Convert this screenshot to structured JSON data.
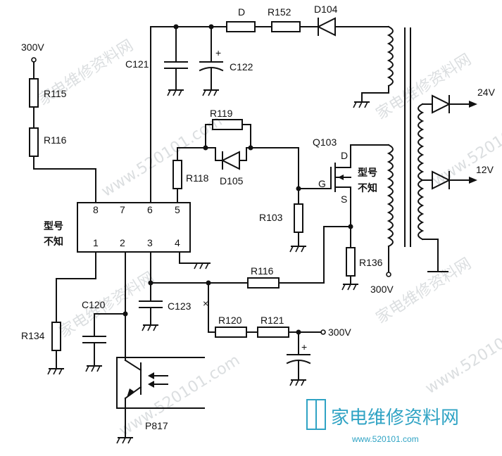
{
  "labels": {
    "v300_top": "300V",
    "r115": "R115",
    "r116": "R116",
    "ic_type_line1": "型号",
    "ic_type_line2": "不知",
    "pin8": "8",
    "pin7": "7",
    "pin6": "6",
    "pin5": "5",
    "pin1": "1",
    "pin2": "2",
    "pin3": "3",
    "pin4": "4",
    "c121": "C121",
    "c122": "C122",
    "d_top": "D",
    "r152": "R152",
    "d104": "D104",
    "r119": "R119",
    "r118": "R118",
    "d105": "D105",
    "r103": "R103",
    "q103": "Q103",
    "q_d": "D",
    "q_g": "G",
    "q_s": "S",
    "q_type_line1": "型号",
    "q_type_line2": "不知",
    "r136": "R136",
    "v300_r136": "300V",
    "out24": "24V",
    "out12": "12V",
    "r116b": "R116",
    "c120": "C120",
    "c123": "C123",
    "r134": "R134",
    "r120": "R120",
    "r121": "R121",
    "v300_mid": "300V",
    "p817": "P817"
  },
  "watermark": {
    "text1": "家电维修资料网",
    "text2": "www.520101.com"
  },
  "logo": {
    "title": "家电维修资料网",
    "url": "www.520101.com"
  },
  "colors": {
    "ink": "#111111",
    "logo": "#2fa3c4"
  }
}
